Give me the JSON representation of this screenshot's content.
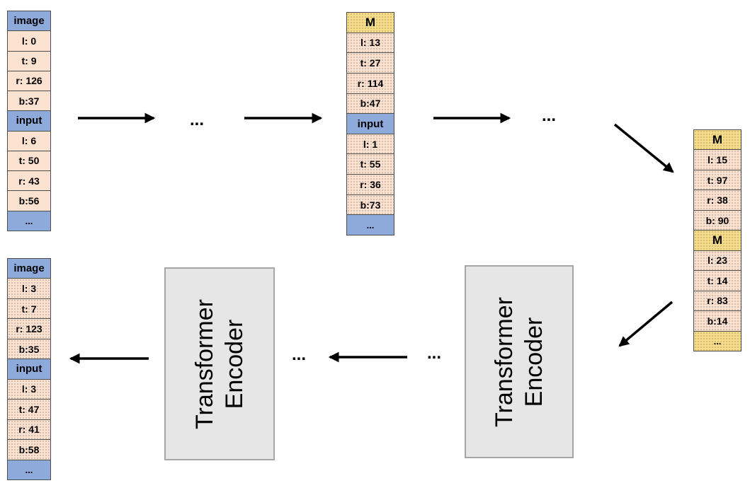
{
  "columns": {
    "col1": [
      "image",
      "l: 0",
      "t: 9",
      "r: 126",
      "b:37",
      "input",
      "l: 6",
      "t: 50",
      "r: 43",
      "b:56",
      "..."
    ],
    "col2": [
      "M",
      "l: 13",
      "t: 27",
      "r: 114",
      "b:47",
      "input",
      "l: 1",
      "t: 55",
      "r: 36",
      "b:73",
      "..."
    ],
    "col3": [
      "M",
      "l: 15",
      "t: 97",
      "r: 38",
      "b: 90",
      "M",
      "l: 23",
      "t: 14",
      "r: 83",
      "b:14",
      "..."
    ],
    "col4": [
      "image",
      "l: 3",
      "t: 7",
      "r: 123",
      "b:35",
      "input",
      "l: 3",
      "t: 47",
      "r: 41",
      "b:58",
      "..."
    ]
  },
  "encoders": {
    "left": [
      "Transformer",
      "Encoder"
    ],
    "right": [
      "Transformer",
      "Encoder"
    ]
  },
  "ellipsis": "...",
  "colors": {
    "token_cell": "#8eaadb",
    "value_cell": "#fbe1d0",
    "mask_cell": "#f6dd8c",
    "encoder_fill": "#e6e6e6",
    "encoder_border": "#a6a6a6"
  }
}
